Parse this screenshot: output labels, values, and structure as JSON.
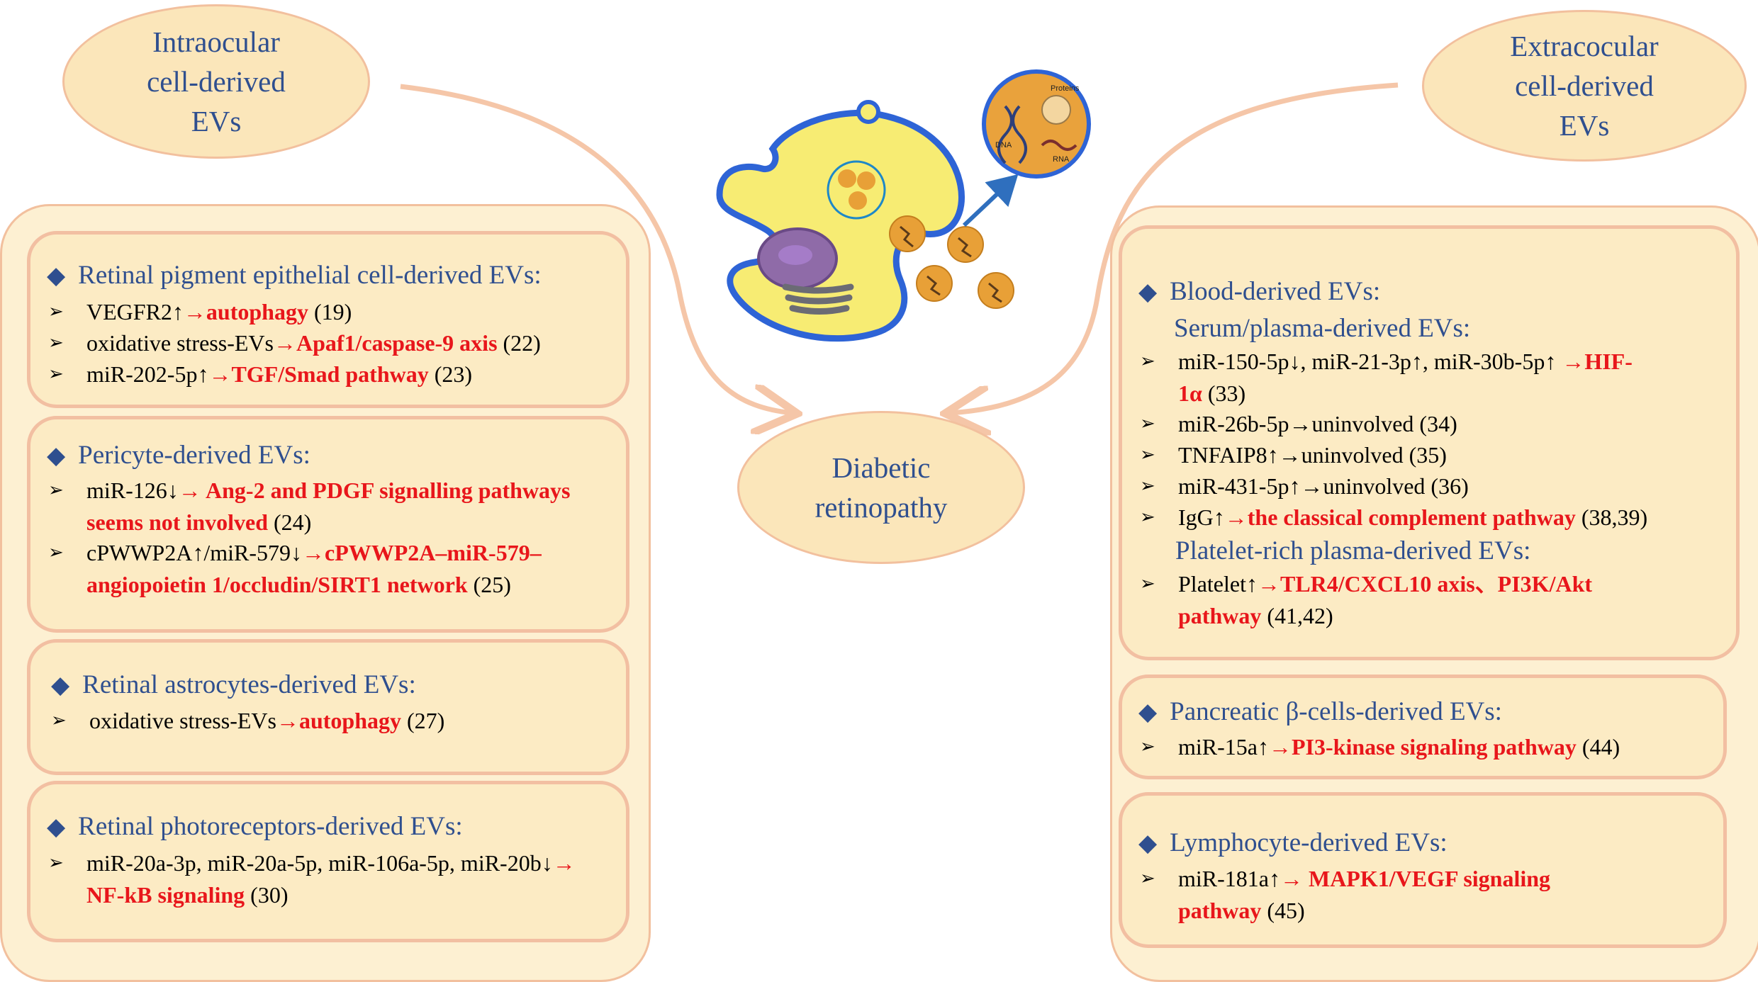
{
  "left": {
    "title": "Intraocular cell-derived EVs",
    "title_lines": [
      "Intraocular",
      "cell-derived",
      "EVs"
    ],
    "sections": [
      {
        "heading": "Retinal pigment epithelial cell-derived EVs:",
        "items": [
          {
            "pre": "VEGFR2↑",
            "red": "→autophagy",
            "post": " (19)"
          },
          {
            "pre": "oxidative stress-EVs",
            "red": "→Apaf1/caspase-9 axis",
            "post": " (22)"
          },
          {
            "pre": "miR-202-5p↑",
            "red": "→TGF/Smad pathway",
            "post": " (23)"
          }
        ]
      },
      {
        "heading": "Pericyte-derived EVs:",
        "items": [
          {
            "pre": "miR-126↓",
            "red": "→ Ang-2 and PDGF signalling pathways seems not involved",
            "post": " (24)"
          },
          {
            "pre": "cPWWP2A↑/miR-579↓",
            "red": "→cPWWP2A–miR-579–angiopoietin 1/occludin/SIRT1 network",
            "post": " (25)"
          }
        ]
      },
      {
        "heading": "Retinal astrocytes-derived EVs:",
        "items": [
          {
            "pre": "oxidative stress-EVs",
            "red": "→autophagy",
            "post": " (27)"
          }
        ]
      },
      {
        "heading": "Retinal photoreceptors-derived EVs:",
        "items": [
          {
            "pre": "miR-20a-3p, miR-20a-5p, miR-106a-5p, miR-20b↓",
            "red": "→ NF-kB signaling",
            "post": " (30)"
          }
        ]
      }
    ]
  },
  "center": {
    "title": "Diabetic retinopathy",
    "title_lines": [
      "Diabetic",
      "retinopathy"
    ],
    "cargo_labels": [
      "Proteins",
      "DNA",
      "RNA"
    ]
  },
  "right": {
    "title": "Extracocular cell-derived EVs",
    "title_lines": [
      "Extracocular",
      "cell-derived",
      "EVs"
    ],
    "blood": {
      "heading": "Blood-derived EVs:",
      "serum_heading": "Serum/plasma-derived EVs:",
      "serum_items": [
        {
          "pre": "miR-150-5p↓, miR-21-3p↑, miR-30b-5p↑ ",
          "red": "→HIF-1α",
          "post": " (33)"
        },
        {
          "pre": "miR-26b-5p→uninvolved (34)",
          "red": "",
          "post": ""
        },
        {
          "pre": "TNFAIP8↑→uninvolved (35)",
          "red": "",
          "post": ""
        },
        {
          "pre": "miR-431-5p↑→uninvolved (36)",
          "red": "",
          "post": ""
        },
        {
          "pre": "IgG↑",
          "red": "→the classical complement pathway",
          "post": " (38,39)"
        }
      ],
      "platelet_heading": "Platelet-rich plasma-derived EVs:",
      "platelet_items": [
        {
          "pre": "Platelet↑",
          "red": "→TLR4/CXCL10 axis、PI3K/Akt pathway",
          "post": " (41,42)"
        }
      ]
    },
    "sections": [
      {
        "heading": "Pancreatic β-cells-derived EVs:",
        "items": [
          {
            "pre": "miR-15a↑",
            "red": "→PI3-kinase signaling pathway",
            "post": " (44)"
          }
        ]
      },
      {
        "heading": "Lymphocyte-derived EVs:",
        "items": [
          {
            "pre": "miR-181a↑",
            "red": "→ MAPK1/VEGF signaling pathway",
            "post": " (45)"
          }
        ]
      }
    ]
  },
  "colors": {
    "heading_blue": "#2F4F8F",
    "highlight_red": "#E8161B",
    "box_fill": "#FCEBC4",
    "box_border": "#F2BFA2",
    "arrow": "#F5C6A8"
  }
}
